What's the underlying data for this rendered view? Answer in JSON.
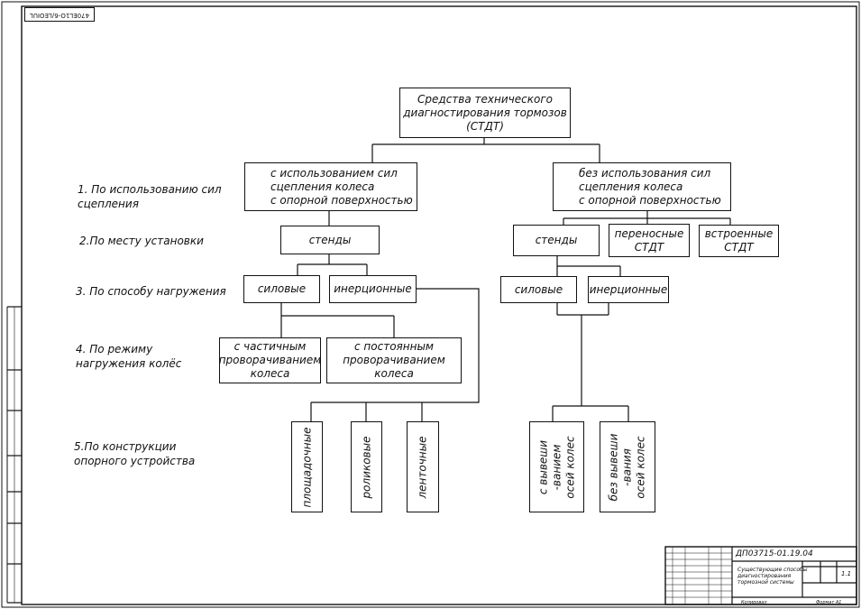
{
  "stamp": "470EL1O-6/LEOIUL",
  "root": "Средства технического\nдиагностирования тормозов\n(СТДТ)",
  "categories": [
    "1. По использованию сил\nсцепления",
    "2.По месту установки",
    "3. По способу нагружения",
    "4. По режиму\nнагружения колёс",
    "5.По конструкции\nопорного устройства"
  ],
  "level1": {
    "with": "с использованием сил\nсцепления колеса\nс опорной поверхностью",
    "without": "без использования сил\nсцепления колеса\nс опорной поверхностью"
  },
  "level2": {
    "stands_left": "стенды",
    "stands_right": "стенды",
    "portable": "переносные\nСТДТ",
    "builtin": "встроенные\nСТДТ"
  },
  "level3": {
    "power_left": "силовые",
    "inertial_left": "инерционные",
    "power_right": "силовые",
    "inertial_right": "инерционные"
  },
  "level4": {
    "partial": "с частичным\nпроворачиванием\nколеса",
    "constant": "с постоянным\nпроворачиванием\nколеса"
  },
  "level5": {
    "platform": "площадочные",
    "roller": "роликовые",
    "belt": "ленточные",
    "with_hang": "с вывеши\n-ванием\nосей колес",
    "without_hang": "без вывеши\n-вания\nосей колес"
  },
  "titleblock": {
    "code": "ДП03715-01.19.04",
    "title": "Существующие способы\nдиагностирования\nтормозной системы",
    "sheet": "1.1",
    "scale": "Копировал",
    "format": "Формат А1"
  }
}
